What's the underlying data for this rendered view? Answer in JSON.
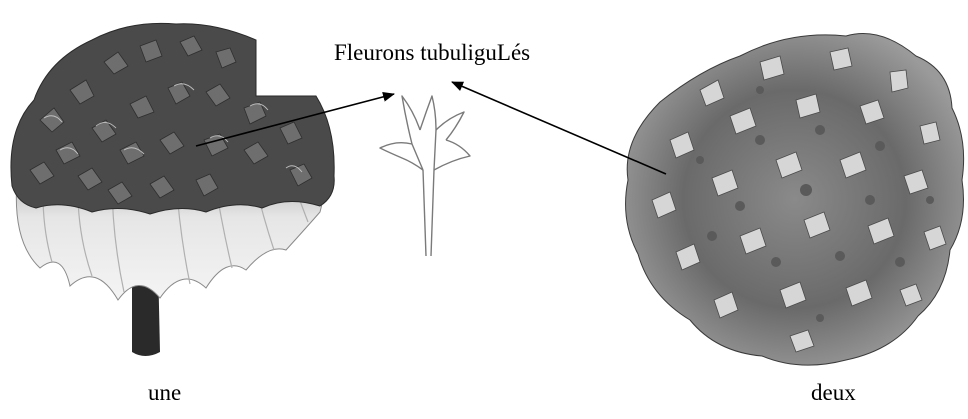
{
  "title": "Fleurons tubuliguLés",
  "flower_a": {
    "label": "une"
  },
  "flower_b": {
    "label": "deux"
  },
  "colors": {
    "background": "#ffffff",
    "ink": "#000000",
    "petal_dark": "#3c3c3c",
    "petal_mid": "#6e6e6e",
    "petal_light": "#c8c8c8",
    "stem": "#2a2a2a"
  }
}
